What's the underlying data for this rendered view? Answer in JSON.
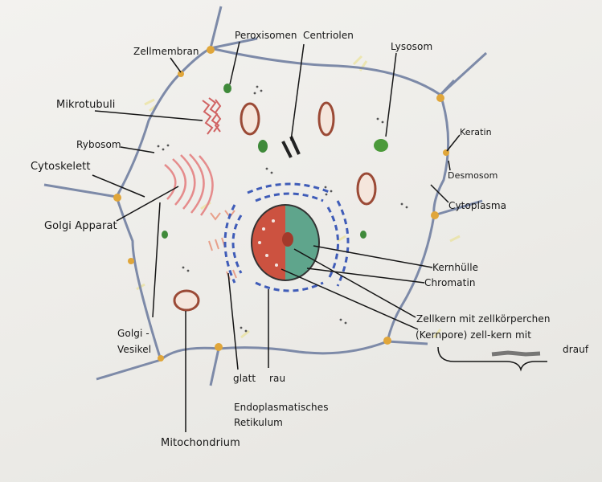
{
  "labels": {
    "zellmembran": "Zellmembran",
    "peroxisomen": "Peroxisomen",
    "centriolen": "Centriolen",
    "lysosom": "Lysosom",
    "mikrotubuli": "Mikrotubuli",
    "rybosom": "Rybosom",
    "cytoskelett": "Cytoskelett",
    "golgi_apparat": "Golgi Apparat",
    "keratin": "Keratin",
    "desmosom": "Desmosom",
    "cytoplasma": "Cytoplasma",
    "kernhuelle": "Kernhülle",
    "chromatin": "Chromatin",
    "zellkern_line1": "Zellkern mit zellkörperchen",
    "zellkern_line2": "(Kernpore) zell-kern mit",
    "drauf": "drauf",
    "golgi_vesikel_1": "Golgi -",
    "golgi_vesikel_2": "Vesikel",
    "glatt": "glatt",
    "rau": "rau",
    "er_line1": "Endoplasmatisches",
    "er_line2": "Retikulum",
    "mitochondrium": "Mitochondrium"
  },
  "colors": {
    "paper": "#efeeeb",
    "ink": "#161616",
    "membrane": "#7d8aa8",
    "desmosome": "#e0a63a",
    "nucleus_red": "#cc5240",
    "nucleus_teal": "#5fa58c",
    "er_blue": "#3f5cb8",
    "golgi_red": "#e58c8c",
    "peroxisome_green": "#3f8a3a",
    "mitochondria_brown": "#9b4a36"
  }
}
